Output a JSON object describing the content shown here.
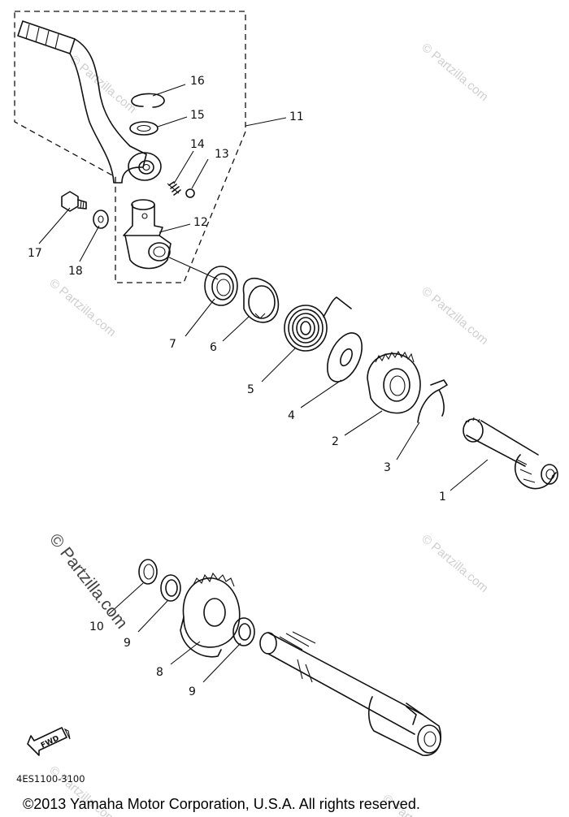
{
  "callouts": {
    "c1": "1",
    "c2": "2",
    "c3": "3",
    "c4": "4",
    "c5": "5",
    "c6": "6",
    "c7": "7",
    "c8": "8",
    "c9a": "9",
    "c9b": "9",
    "c10": "10",
    "c11": "11",
    "c12": "12",
    "c13": "13",
    "c14": "14",
    "c15": "15",
    "c16": "16",
    "c17": "17",
    "c18": "18"
  },
  "fwd_badge": "FWD",
  "diagram_code": "4ES1100-3100",
  "copyright": "©2013 Yamaha Motor Corporation, U.S.A. All rights reserved.",
  "watermarks": {
    "text": "© Partzilla.com",
    "feature_text": "© Partzilla.com"
  }
}
